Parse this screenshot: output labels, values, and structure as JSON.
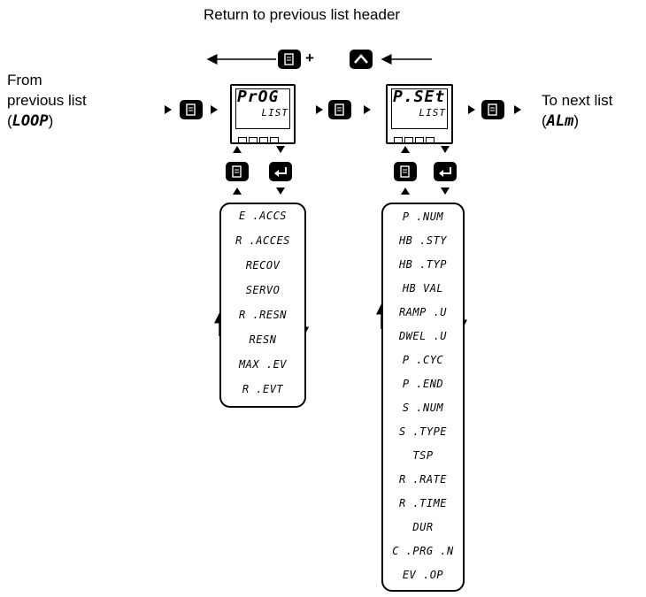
{
  "labels": {
    "return_header": "Return to previous list header",
    "from_line1": "From",
    "from_line2": "previous list",
    "from_open": "(",
    "from_code": "LOOP",
    "from_close": ")",
    "to_line1": "To next list",
    "to_open": "(",
    "to_code": "ALm",
    "to_close": ")",
    "plus": "+"
  },
  "displays": [
    {
      "main": "PrOG",
      "sub": "LIST"
    },
    {
      "main": "P.SEt",
      "sub": "LIST"
    }
  ],
  "lists": [
    {
      "items": [
        "E .ACCS",
        "R .ACCES",
        "RECOV",
        "SERVO",
        "R .RESN",
        "RESN",
        "MAX .EV",
        "R .EVT"
      ]
    },
    {
      "items": [
        "P .NUM",
        "HB .STY",
        "HB .TYP",
        "HB VAL",
        "RAMP .U",
        "DWEL .U",
        "P .CYC",
        "P .END",
        "S .NUM",
        "S .TYPE",
        "TSP",
        "R .RATE",
        "R .TIME",
        "DUR",
        "C .PRG .N",
        "EV .OP"
      ]
    }
  ],
  "icons": {
    "page_key": "page-key-icon",
    "scroll_key": "scroll-enter-key-icon",
    "raise_key": "raise-arrow-key-icon"
  }
}
